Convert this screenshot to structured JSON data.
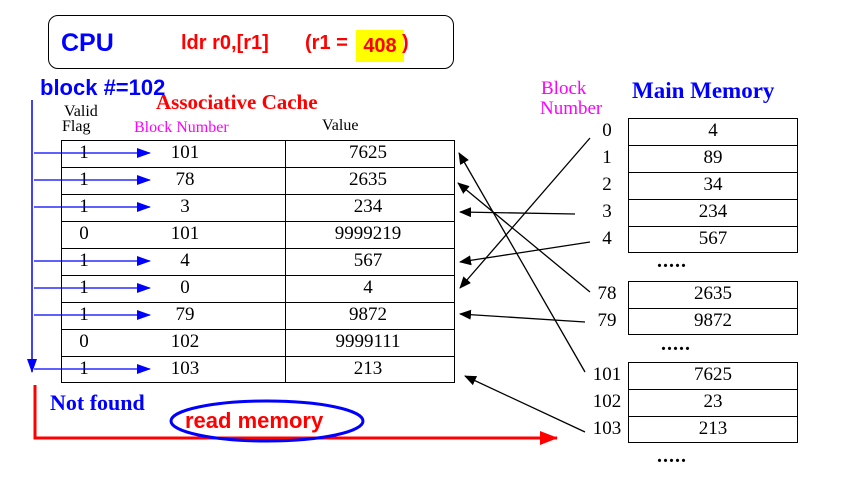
{
  "cpu": {
    "label": "CPU",
    "instruction": "ldr r0,[r1]",
    "r1_prefix": "(r1 = ",
    "r1_value": "408",
    "r1_suffix": ")"
  },
  "block_label": "block #=102",
  "cache": {
    "title": "Associative Cache",
    "valid_header_1": "Valid",
    "valid_header_2": "Flag",
    "block_header": "Block Number",
    "value_header": "Value",
    "rows": [
      {
        "valid": "1",
        "block": "101",
        "value": "7625"
      },
      {
        "valid": "1",
        "block": "78",
        "value": "2635"
      },
      {
        "valid": "1",
        "block": "3",
        "value": "234"
      },
      {
        "valid": "0",
        "block": "101",
        "value": "9999219"
      },
      {
        "valid": "1",
        "block": "4",
        "value": "567"
      },
      {
        "valid": "1",
        "block": "0",
        "value": "4"
      },
      {
        "valid": "1",
        "block": "79",
        "value": "9872"
      },
      {
        "valid": "0",
        "block": "102",
        "value": "9999111"
      },
      {
        "valid": "1",
        "block": "103",
        "value": "213"
      }
    ]
  },
  "not_found": "Not found",
  "read_memory": "read memory",
  "memory": {
    "title": "Main Memory",
    "block_header_1": "Block",
    "block_header_2": "Number",
    "group1": [
      {
        "block": "0",
        "value": "4"
      },
      {
        "block": "1",
        "value": "89"
      },
      {
        "block": "2",
        "value": "34"
      },
      {
        "block": "3",
        "value": "234"
      },
      {
        "block": "4",
        "value": "567"
      }
    ],
    "group2": [
      {
        "block": "78",
        "value": "2635"
      },
      {
        "block": "79",
        "value": "9872"
      }
    ],
    "group3": [
      {
        "block": "101",
        "value": "7625"
      },
      {
        "block": "102",
        "value": "23"
      },
      {
        "block": "103",
        "value": "213"
      }
    ],
    "ellipsis": "....."
  },
  "colors": {
    "red": "#ff0000",
    "blue": "#0000ff",
    "magenta": "#ff00ff",
    "highlight": "#ffff00"
  }
}
